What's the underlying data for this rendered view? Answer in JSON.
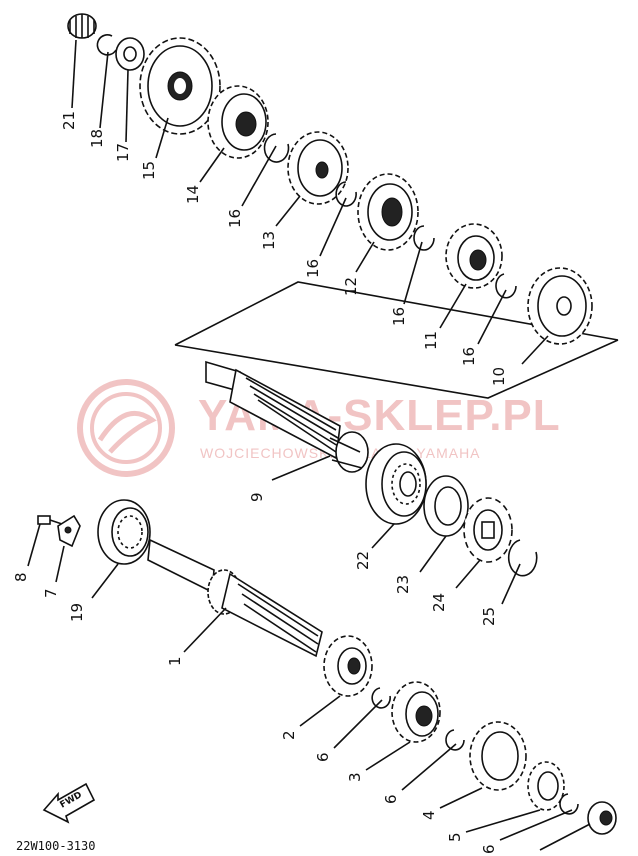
{
  "watermark": {
    "text": "YAMA-SKLEP.PL",
    "subtext": "WOJCIECHOWSKI - DEALER YAMAHA",
    "color": "#f1c4c4"
  },
  "drawing_code": "22W100-3130",
  "fwd_arrow": "FWD",
  "callouts": [
    {
      "id": "c21",
      "text": "21"
    },
    {
      "id": "c18",
      "text": "18"
    },
    {
      "id": "c17",
      "text": "17"
    },
    {
      "id": "c15",
      "text": "15"
    },
    {
      "id": "c14",
      "text": "14"
    },
    {
      "id": "c16a",
      "text": "16"
    },
    {
      "id": "c13",
      "text": "13"
    },
    {
      "id": "c16b",
      "text": "16"
    },
    {
      "id": "c12",
      "text": "12"
    },
    {
      "id": "c16c",
      "text": "16"
    },
    {
      "id": "c11",
      "text": "11"
    },
    {
      "id": "c16d",
      "text": "16"
    },
    {
      "id": "c10",
      "text": "10"
    },
    {
      "id": "c9",
      "text": "9"
    },
    {
      "id": "c22",
      "text": "22"
    },
    {
      "id": "c23",
      "text": "23"
    },
    {
      "id": "c24",
      "text": "24"
    },
    {
      "id": "c25",
      "text": "25"
    },
    {
      "id": "c8",
      "text": "8"
    },
    {
      "id": "c7",
      "text": "7"
    },
    {
      "id": "c19",
      "text": "19"
    },
    {
      "id": "c1",
      "text": "1"
    },
    {
      "id": "c2",
      "text": "2"
    },
    {
      "id": "c6a",
      "text": "6"
    },
    {
      "id": "c3",
      "text": "3"
    },
    {
      "id": "c6b",
      "text": "6"
    },
    {
      "id": "c4",
      "text": "4"
    },
    {
      "id": "c5",
      "text": "5"
    },
    {
      "id": "c6c",
      "text": "6"
    }
  ]
}
